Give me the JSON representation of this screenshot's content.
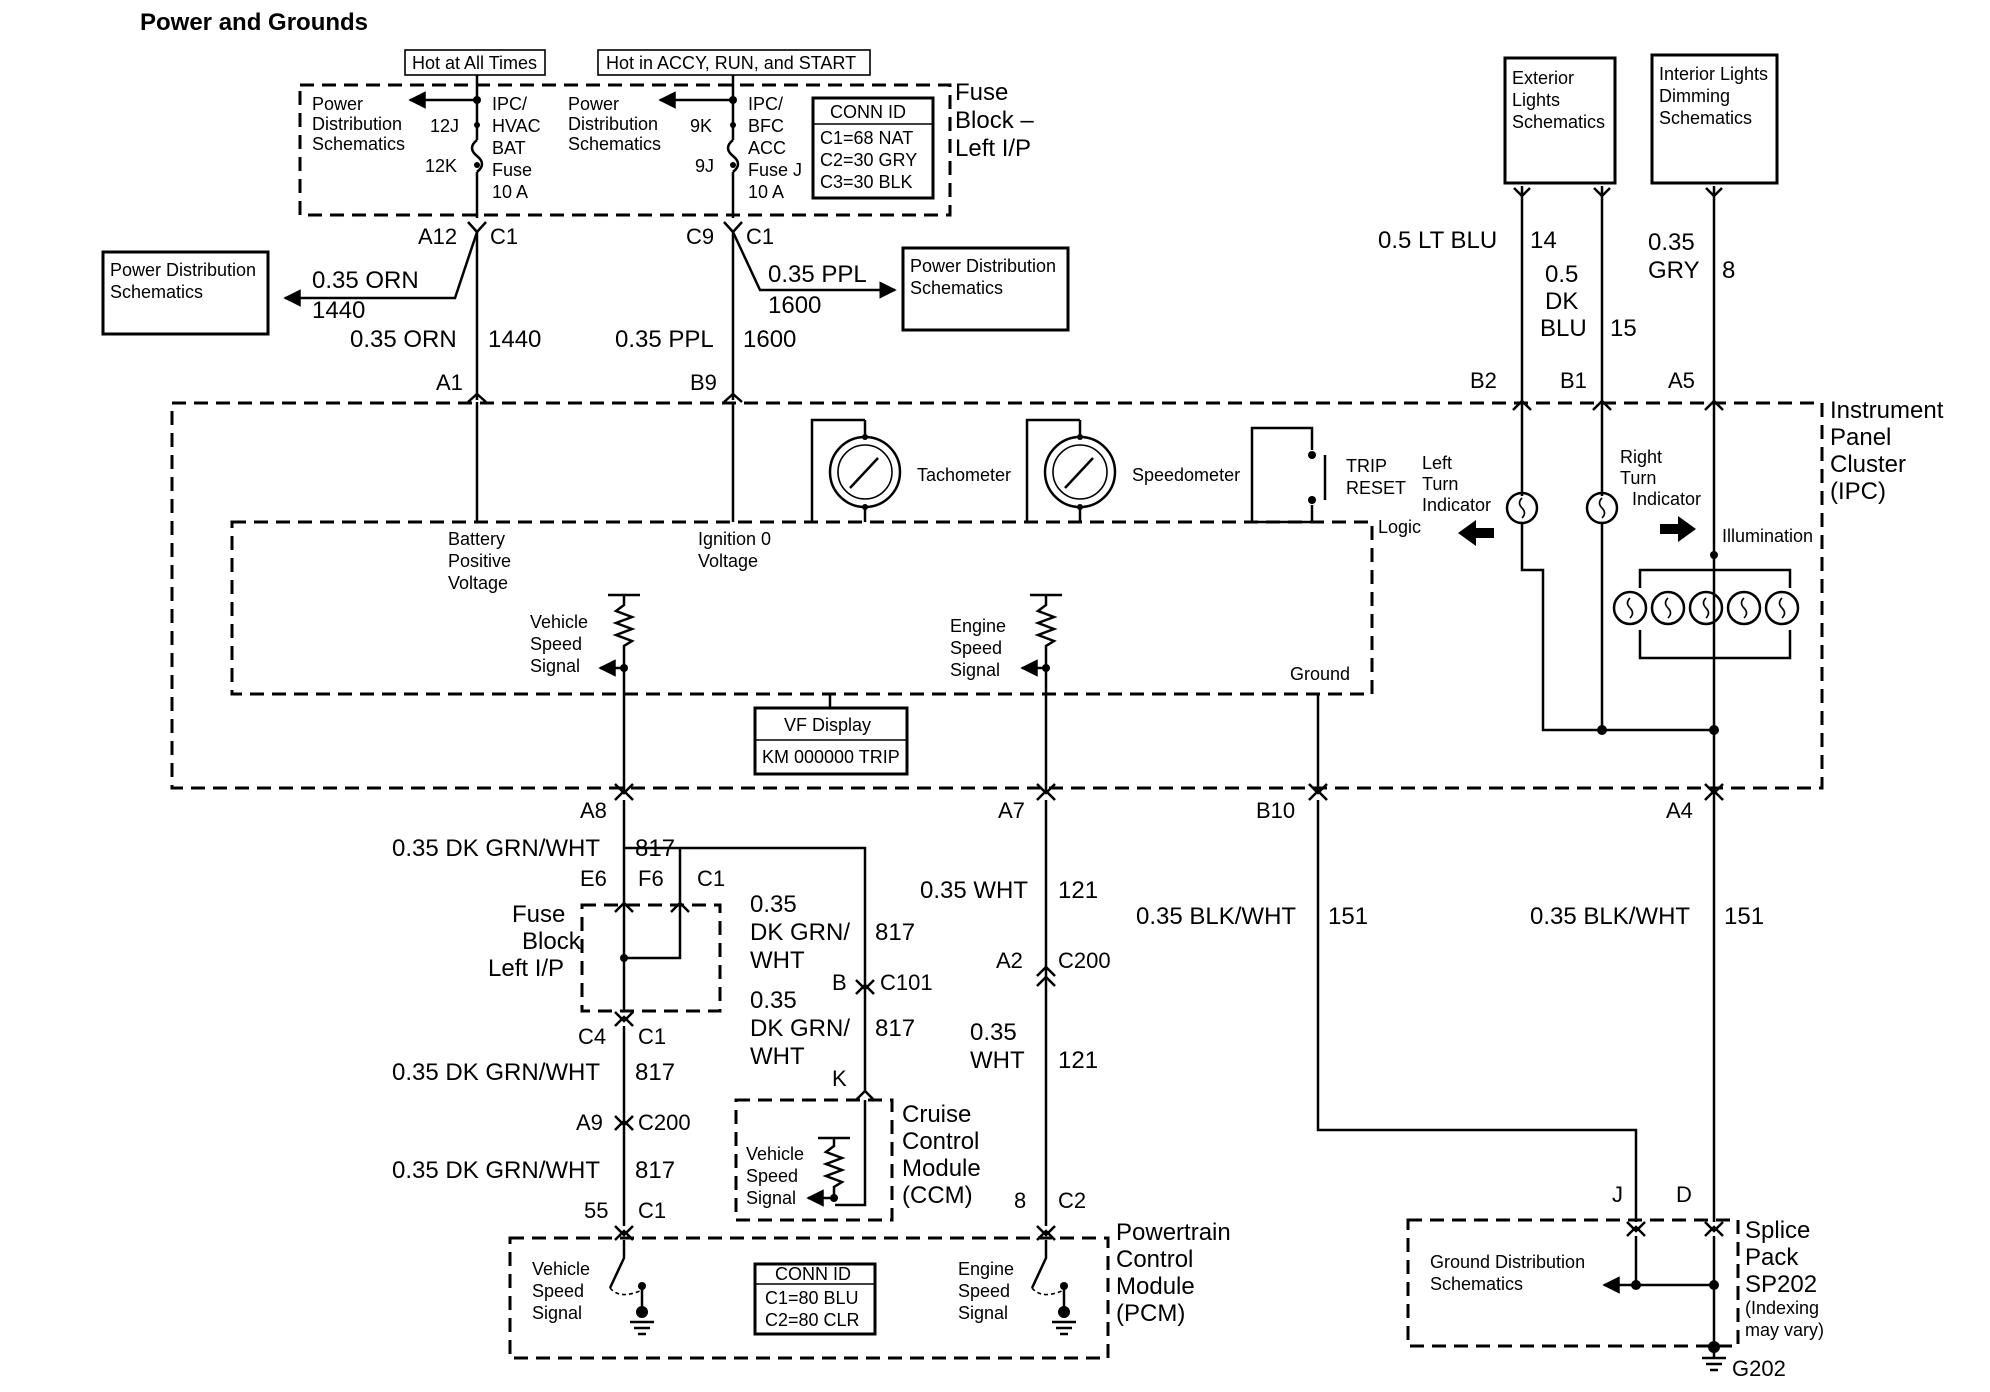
{
  "title": "Power and Grounds",
  "labels": {
    "hot_all_times": "Hot at All Times",
    "hot_accy": "Hot in ACCY, RUN, and START",
    "pds_1": [
      "Power",
      "Distribution",
      "Schematics"
    ],
    "pds_2": [
      "Power",
      "Distribution",
      "Schematics"
    ],
    "fuse1_pins": [
      "12J",
      "12K"
    ],
    "fuse1_name": [
      "IPC/",
      "HVAC",
      "BAT",
      "Fuse",
      "10 A"
    ],
    "fuse2_pins": [
      "9K",
      "9J"
    ],
    "fuse2_name": [
      "IPC/",
      "BFC",
      "ACC",
      "Fuse J",
      "10 A"
    ],
    "conn_id_top": [
      "CONN ID",
      "C1=68 NAT",
      "C2=30 GRY",
      "C3=30 BLK"
    ],
    "fuse_block_top": [
      "Fuse",
      "Block –",
      "Left I/P"
    ],
    "pds_left": [
      "Power Distribution",
      "Schematics"
    ],
    "pds_right": [
      "Power Distribution",
      "Schematics"
    ],
    "a12": "A12",
    "c1_a": "C1",
    "c9": "C9",
    "c1_b": "C1",
    "orn_wire_a": "0.35 ORN",
    "orn_circ_a": "1440",
    "ppl_wire_a": "0.35 PPL",
    "ppl_circ_a": "1600",
    "orn_wire_b": "0.35 ORN",
    "orn_circ_b": "1440",
    "ppl_wire_b": "0.35 PPL",
    "ppl_circ_b": "1600",
    "a1": "A1",
    "b9": "B9",
    "exterior": [
      "Exterior",
      "Lights",
      "Schematics"
    ],
    "interior": [
      "Interior Lights",
      "Dimming",
      "Schematics"
    ],
    "ltblu": "0.5 LT BLU",
    "ltblu_circ": "14",
    "dkblu": [
      "0.5",
      "DK",
      "BLU"
    ],
    "dkblu_circ": "15",
    "gry": [
      "0.35",
      "GRY"
    ],
    "gry_circ": "8",
    "b2": "B2",
    "b1": "B1",
    "a5": "A5",
    "ipc": [
      "Instrument",
      "Panel",
      "Cluster",
      "(IPC)"
    ],
    "tach": "Tachometer",
    "speedo": "Speedometer",
    "trip": [
      "TRIP",
      "RESET"
    ],
    "left_turn": [
      "Left",
      "Turn",
      "Indicator"
    ],
    "right_turn": [
      "Right",
      "Turn",
      "Indicator"
    ],
    "logic": "Logic",
    "illumination": "Illumination",
    "battery_pos": [
      "Battery",
      "Positive",
      "Voltage"
    ],
    "ign0": [
      "Ignition 0",
      "Voltage"
    ],
    "vss_ipc": [
      "Vehicle",
      "Speed",
      "Signal"
    ],
    "ess_ipc": [
      "Engine",
      "Speed",
      "Signal"
    ],
    "ground_ipc": "Ground",
    "vf_display": [
      "VF Display",
      "KM 000000 TRIP"
    ],
    "a8": "A8",
    "a7": "A7",
    "b10": "B10",
    "a4": "A4",
    "dkgrn_1": "0.35 DK GRN/WHT",
    "dkgrn_1_circ": "817",
    "e6": "E6",
    "f6": "F6",
    "c1_e": "C1",
    "fuse_block_mid": [
      "Fuse",
      "Block",
      "Left I/P"
    ],
    "dkgrn_2": [
      "0.35",
      "DK GRN/",
      "WHT"
    ],
    "dkgrn_2_circ": "817",
    "pin_b": "B",
    "c101": "C101",
    "dkgrn_3": [
      "0.35",
      "DK GRN/",
      "WHT"
    ],
    "dkgrn_3_circ": "817",
    "pin_k": "K",
    "c4": "C4",
    "c1_f": "C1",
    "dkgrn_4": "0.35 DK GRN/WHT",
    "dkgrn_4_circ": "817",
    "a9": "A9",
    "c200_a": "C200",
    "dkgrn_5": "0.35 DK GRN/WHT",
    "dkgrn_5_circ": "817",
    "p55": "55",
    "c1_g": "C1",
    "wht_1": "0.35 WHT",
    "wht_1_circ": "121",
    "a2": "A2",
    "c200_b": "C200",
    "wht_2": [
      "0.35",
      "WHT"
    ],
    "wht_2_circ": "121",
    "p8": "8",
    "c2": "C2",
    "blkwht_1": "0.35 BLK/WHT",
    "blkwht_1_circ": "151",
    "blkwht_2": "0.35 BLK/WHT",
    "blkwht_2_circ": "151",
    "ccm_vss": [
      "Vehicle",
      "Speed",
      "Signal"
    ],
    "ccm": [
      "Cruise",
      "Control",
      "Module",
      "(CCM)"
    ],
    "pcm_vss": [
      "Vehicle",
      "Speed",
      "Signal"
    ],
    "pcm_ess": [
      "Engine",
      "Speed",
      "Signal"
    ],
    "conn_id_pcm": [
      "CONN ID",
      "C1=80 BLU",
      "C2=80 CLR"
    ],
    "pcm": [
      "Powertrain",
      "Control",
      "Module",
      "(PCM)"
    ],
    "gds": [
      "Ground Distribution",
      "Schematics"
    ],
    "pin_j": "J",
    "pin_d": "D",
    "splice": [
      "Splice",
      "Pack",
      "SP202"
    ],
    "splice_note": [
      "(Indexing",
      "may vary)"
    ],
    "g202": "G202"
  }
}
